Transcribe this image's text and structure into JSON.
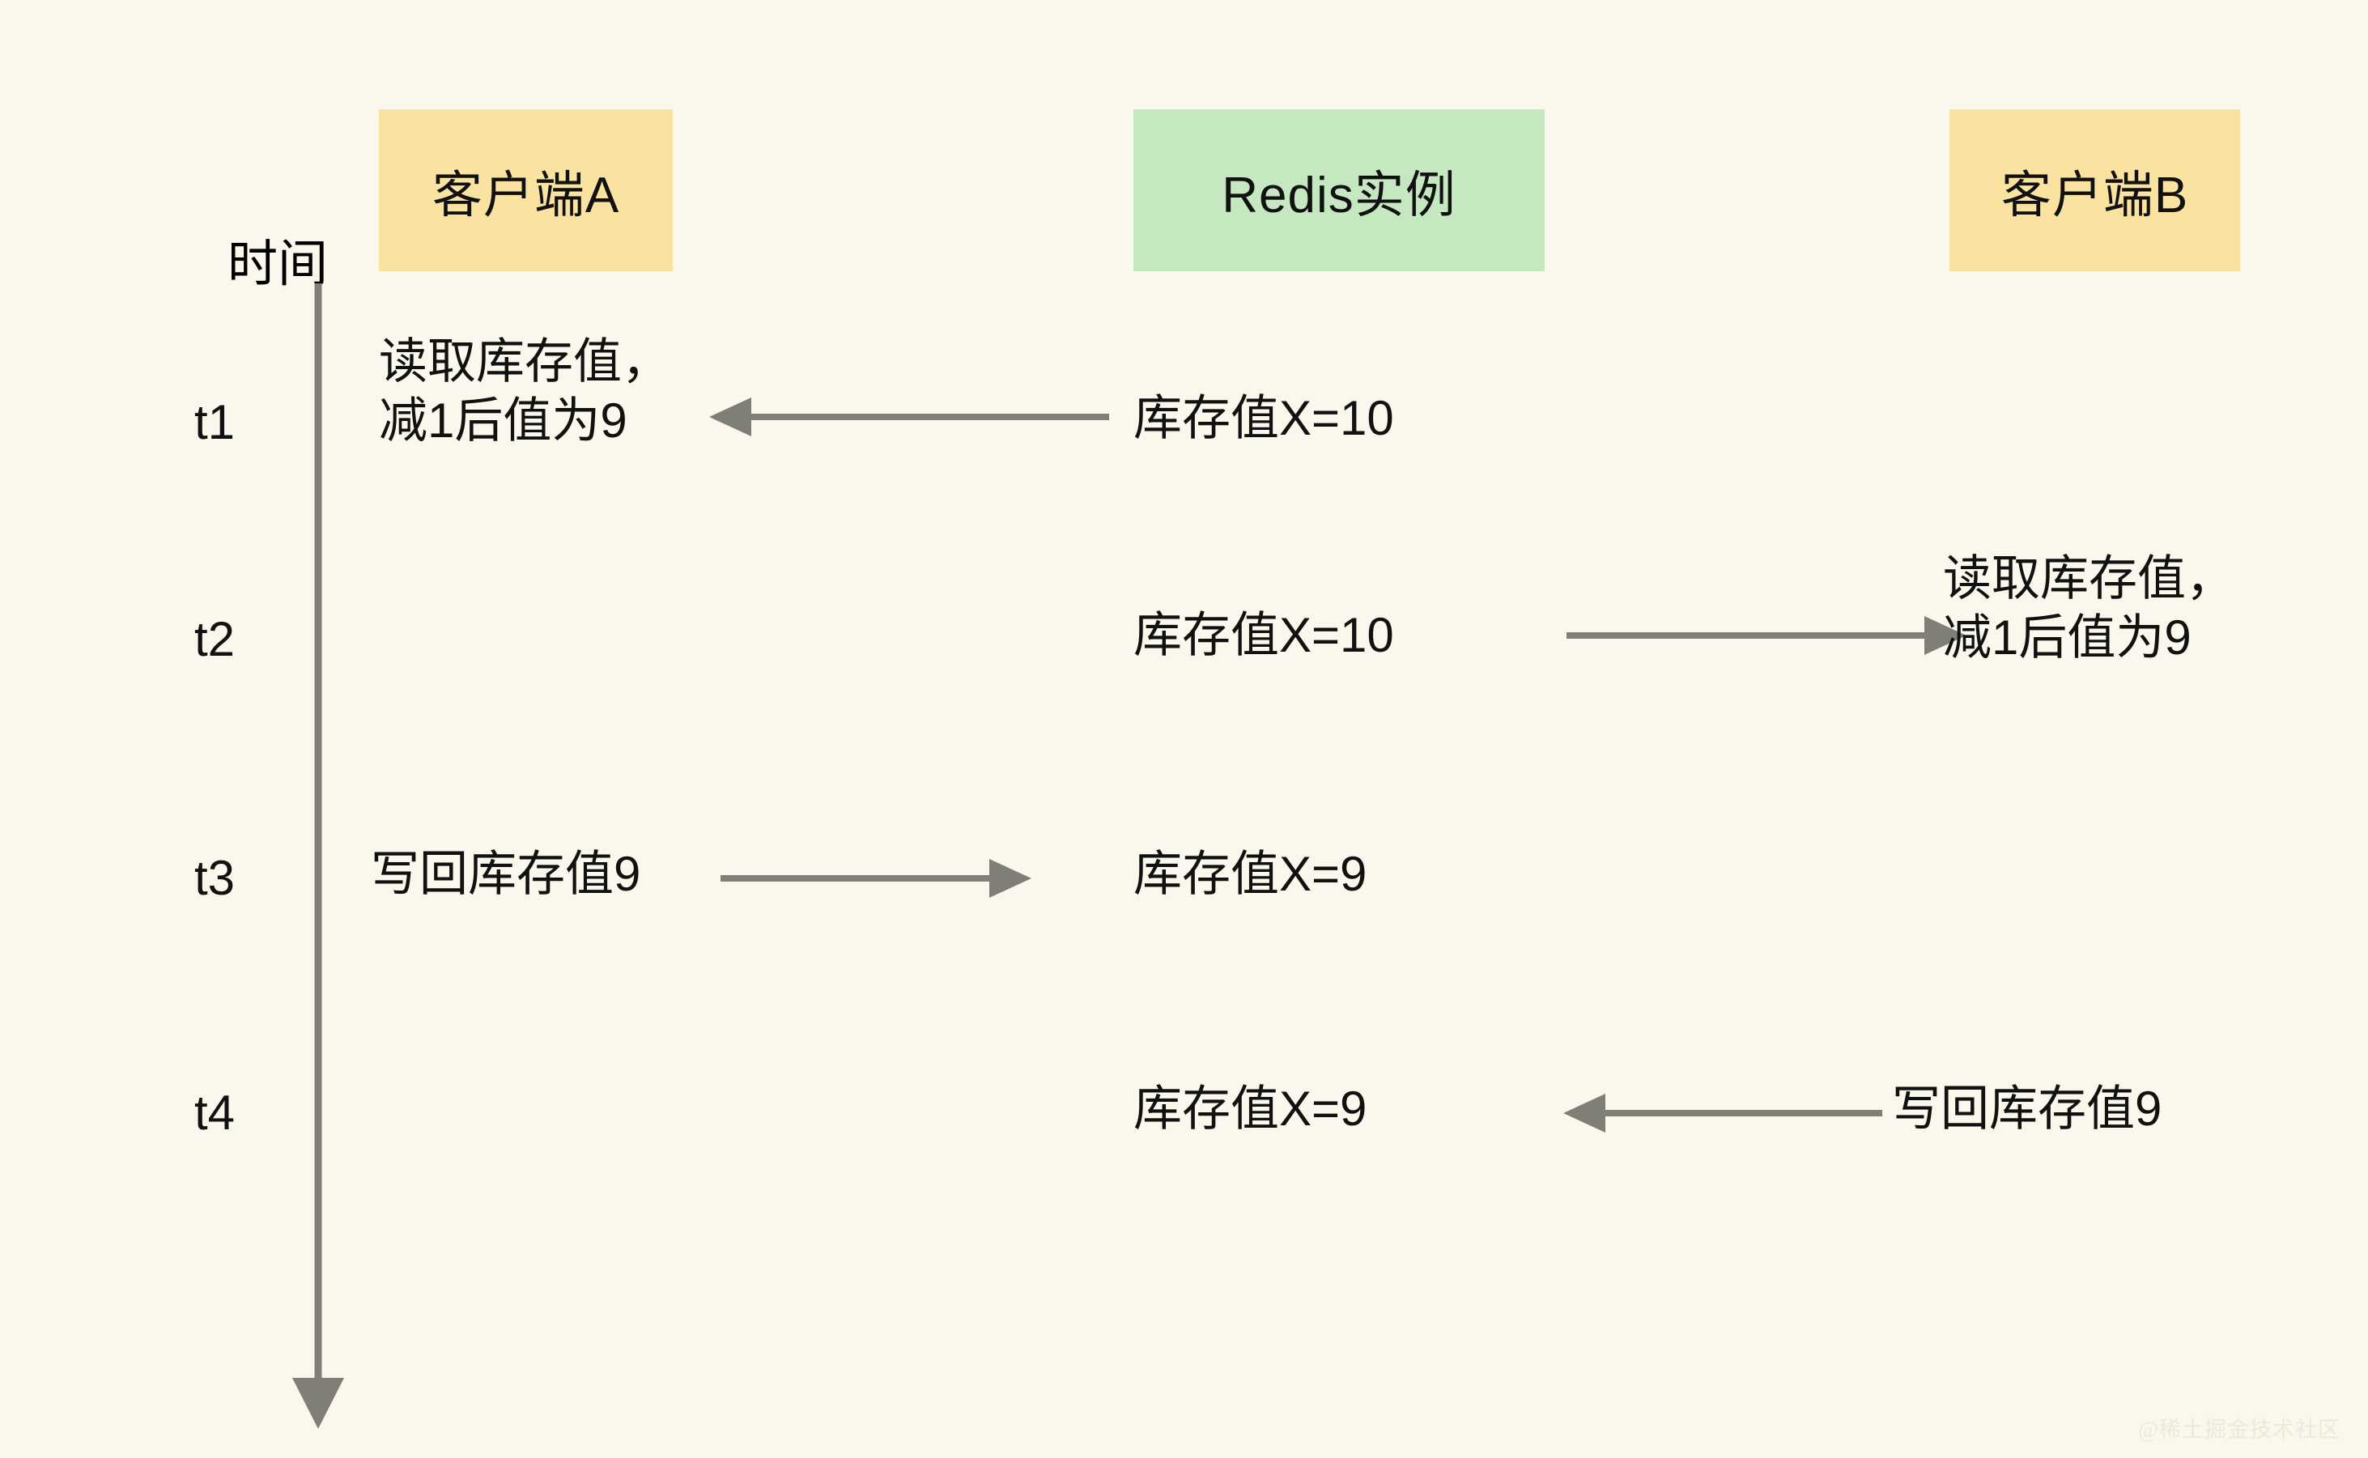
{
  "diagram": {
    "background_color": "#faf8ec",
    "arrow_color": "#807f77",
    "lanes": [
      {
        "id": "client-a",
        "label": "客户端A",
        "color": "#fae3a0"
      },
      {
        "id": "redis",
        "label": "Redis实例",
        "color": "#c5e8c0"
      },
      {
        "id": "client-b",
        "label": "客户端B",
        "color": "#fae3a0"
      }
    ],
    "time_axis": {
      "label": "时间",
      "ticks": [
        "t1",
        "t2",
        "t3",
        "t4"
      ]
    },
    "rows": [
      {
        "tick": "t1",
        "client_a": "读取库存值，\n减1后值为9",
        "redis": "库存值X=10",
        "client_b": "",
        "arrow": {
          "from": "redis",
          "to": "client-a",
          "direction": "left"
        }
      },
      {
        "tick": "t2",
        "client_a": "",
        "redis": "库存值X=10",
        "client_b": "读取库存值，\n减1后值为9",
        "arrow": {
          "from": "redis",
          "to": "client-b",
          "direction": "right"
        }
      },
      {
        "tick": "t3",
        "client_a": "写回库存值9",
        "redis": "库存值X=9",
        "client_b": "",
        "arrow": {
          "from": "client-a",
          "to": "redis",
          "direction": "right"
        }
      },
      {
        "tick": "t4",
        "client_a": "",
        "redis": "库存值X=9",
        "client_b": "写回库存值9",
        "arrow": {
          "from": "client-b",
          "to": "redis",
          "direction": "left"
        }
      }
    ],
    "watermark": "@稀土掘金技术社区"
  }
}
